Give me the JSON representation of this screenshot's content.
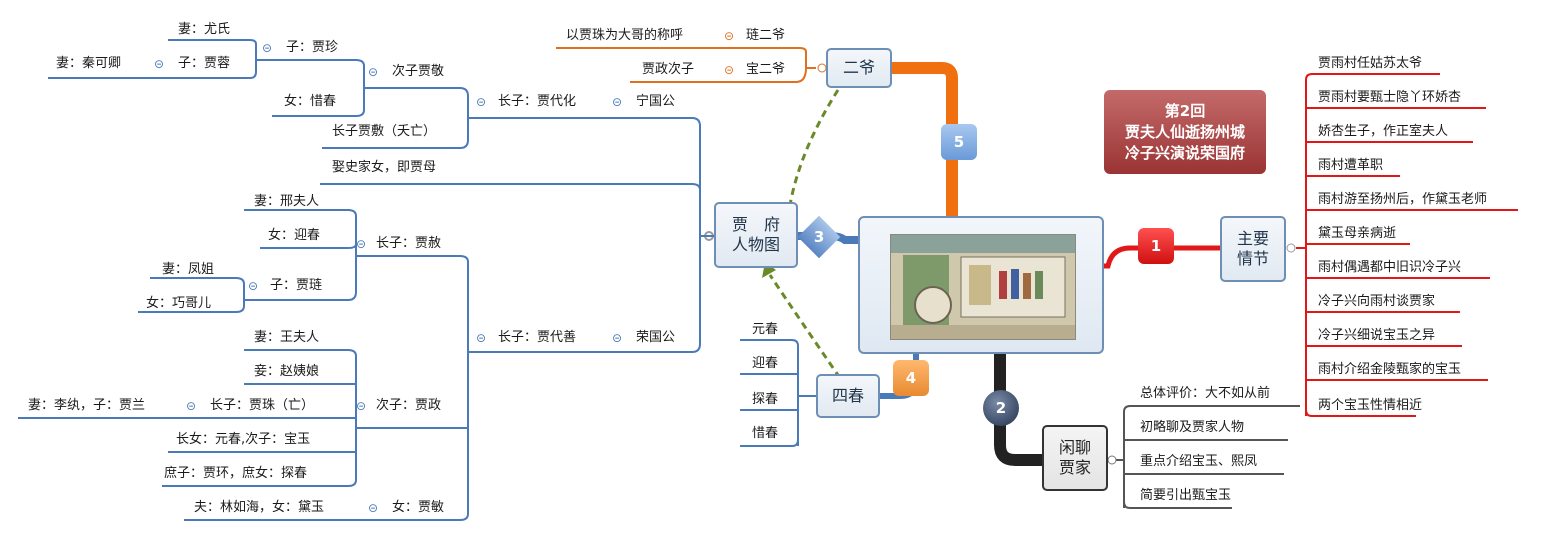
{
  "title": {
    "line1": "第2回",
    "line2": "贾夫人仙逝扬州城",
    "line3": "冷子兴演说荣国府"
  },
  "center": {
    "image": "painting-illustration"
  },
  "badges": {
    "b1": "1",
    "b2": "2",
    "b3": "3",
    "b4": "4",
    "b5": "5"
  },
  "main_plot": {
    "label": "主要\n情节",
    "items": [
      "贾雨村任姑苏太爷",
      "贾雨村要甄士隐丫环娇杏",
      "娇杏生子，作正室夫人",
      "雨村遭革职",
      "雨村游至扬州后，作黛玉老师",
      "黛玉母亲病逝",
      "雨村偶遇都中旧识冷子兴",
      "冷子兴向雨村谈贾家",
      "冷子兴细说宝玉之异",
      "雨村介绍金陵甄家的宝玉",
      "两个宝玉性情相近"
    ]
  },
  "chat": {
    "label": "闲聊\n贾家",
    "items": [
      "总体评价：大不如从前",
      "初略聊及贾家人物",
      "重点介绍宝玉、熙凤",
      "简要引出甄宝玉"
    ]
  },
  "erye": {
    "label": "二爷",
    "items": [
      {
        "name": "琏二爷",
        "note": "以贾珠为大哥的称呼"
      },
      {
        "name": "宝二爷",
        "note": "贾政次子"
      }
    ]
  },
  "sichun": {
    "label": "四春",
    "items": [
      "元春",
      "迎春",
      "探春",
      "惜春"
    ]
  },
  "family": {
    "label1": "贾　府",
    "label2": "人物图",
    "ningguo": "宁国公",
    "rongguo": "荣国公",
    "daihua": "长子：贾代化",
    "daishan": "长子：贾代善",
    "jiafu": "长子贾敷（夭亡）",
    "jiajing": "次子贾敬",
    "jiazhen": "子：贾珍",
    "youshi": "妻：尤氏",
    "jiarong": "子：贾蓉",
    "qinkeqing": "妻：秦可卿",
    "xichun": "女：惜春",
    "jiamu": "娶史家女，即贾母",
    "jiashe": "长子：贾赦",
    "xingfuren": "妻：邢夫人",
    "yingchun": "女：迎春",
    "jialian": "子：贾琏",
    "fengjie": "妻：凤姐",
    "qiaojie": "女：巧哥儿",
    "jiazheng": "次子：贾政",
    "wangfuren": "妻：王夫人",
    "zhaoyiniang": "妾：赵姨娘",
    "jiazhu": "长子：贾珠（亡）",
    "liwan": "妻：李纨，子：贾兰",
    "yuanchun": "长女：元春,次子：宝玉",
    "jiahuan": "庶子：贾环，庶女：探春",
    "jiamin": "女：贾敏",
    "linruhai": "夫：林如海，女：黛玉"
  },
  "colors": {
    "blue": "#4a7ab8",
    "red": "#e01818",
    "orange": "#f07010",
    "dark": "#222222",
    "green": "#6a8a2a"
  }
}
